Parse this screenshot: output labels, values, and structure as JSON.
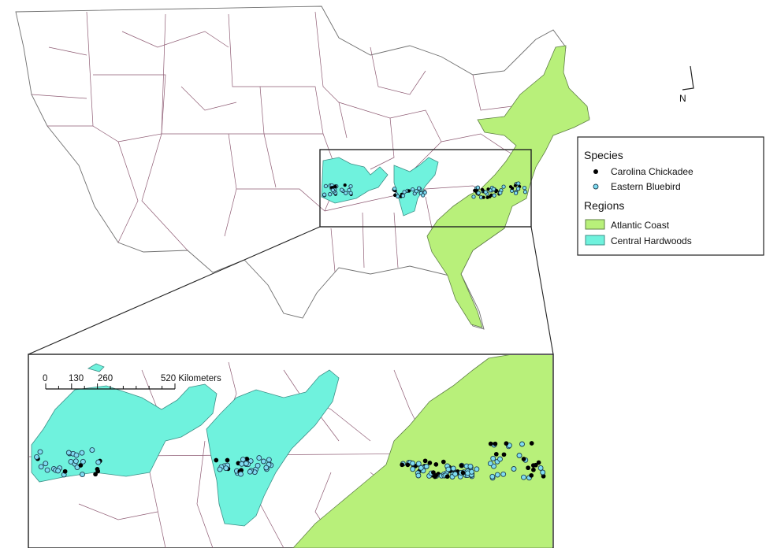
{
  "legend": {
    "species_title": "Species",
    "species": [
      {
        "label": "Carolina Chickadee",
        "color": "#000000",
        "symbol": "filled-dot"
      },
      {
        "label": "Eastern Bluebird",
        "color": "#7fdcf2",
        "symbol": "outlined-dot"
      }
    ],
    "regions_title": "Regions",
    "regions": [
      {
        "label": "Atlantic Coast",
        "color": "#b8f07a"
      },
      {
        "label": "Central Hardwoods",
        "color": "#6ff2dd"
      }
    ]
  },
  "scale_bar": {
    "ticks": [
      "0",
      "130",
      "260",
      "520 Kilometers"
    ]
  },
  "north_arrow": {
    "label": "N",
    "icon": "north-arrow-icon"
  },
  "map": {
    "overview": "Contiguous United States with county boundaries",
    "inset": "Enlarged view of study area"
  }
}
